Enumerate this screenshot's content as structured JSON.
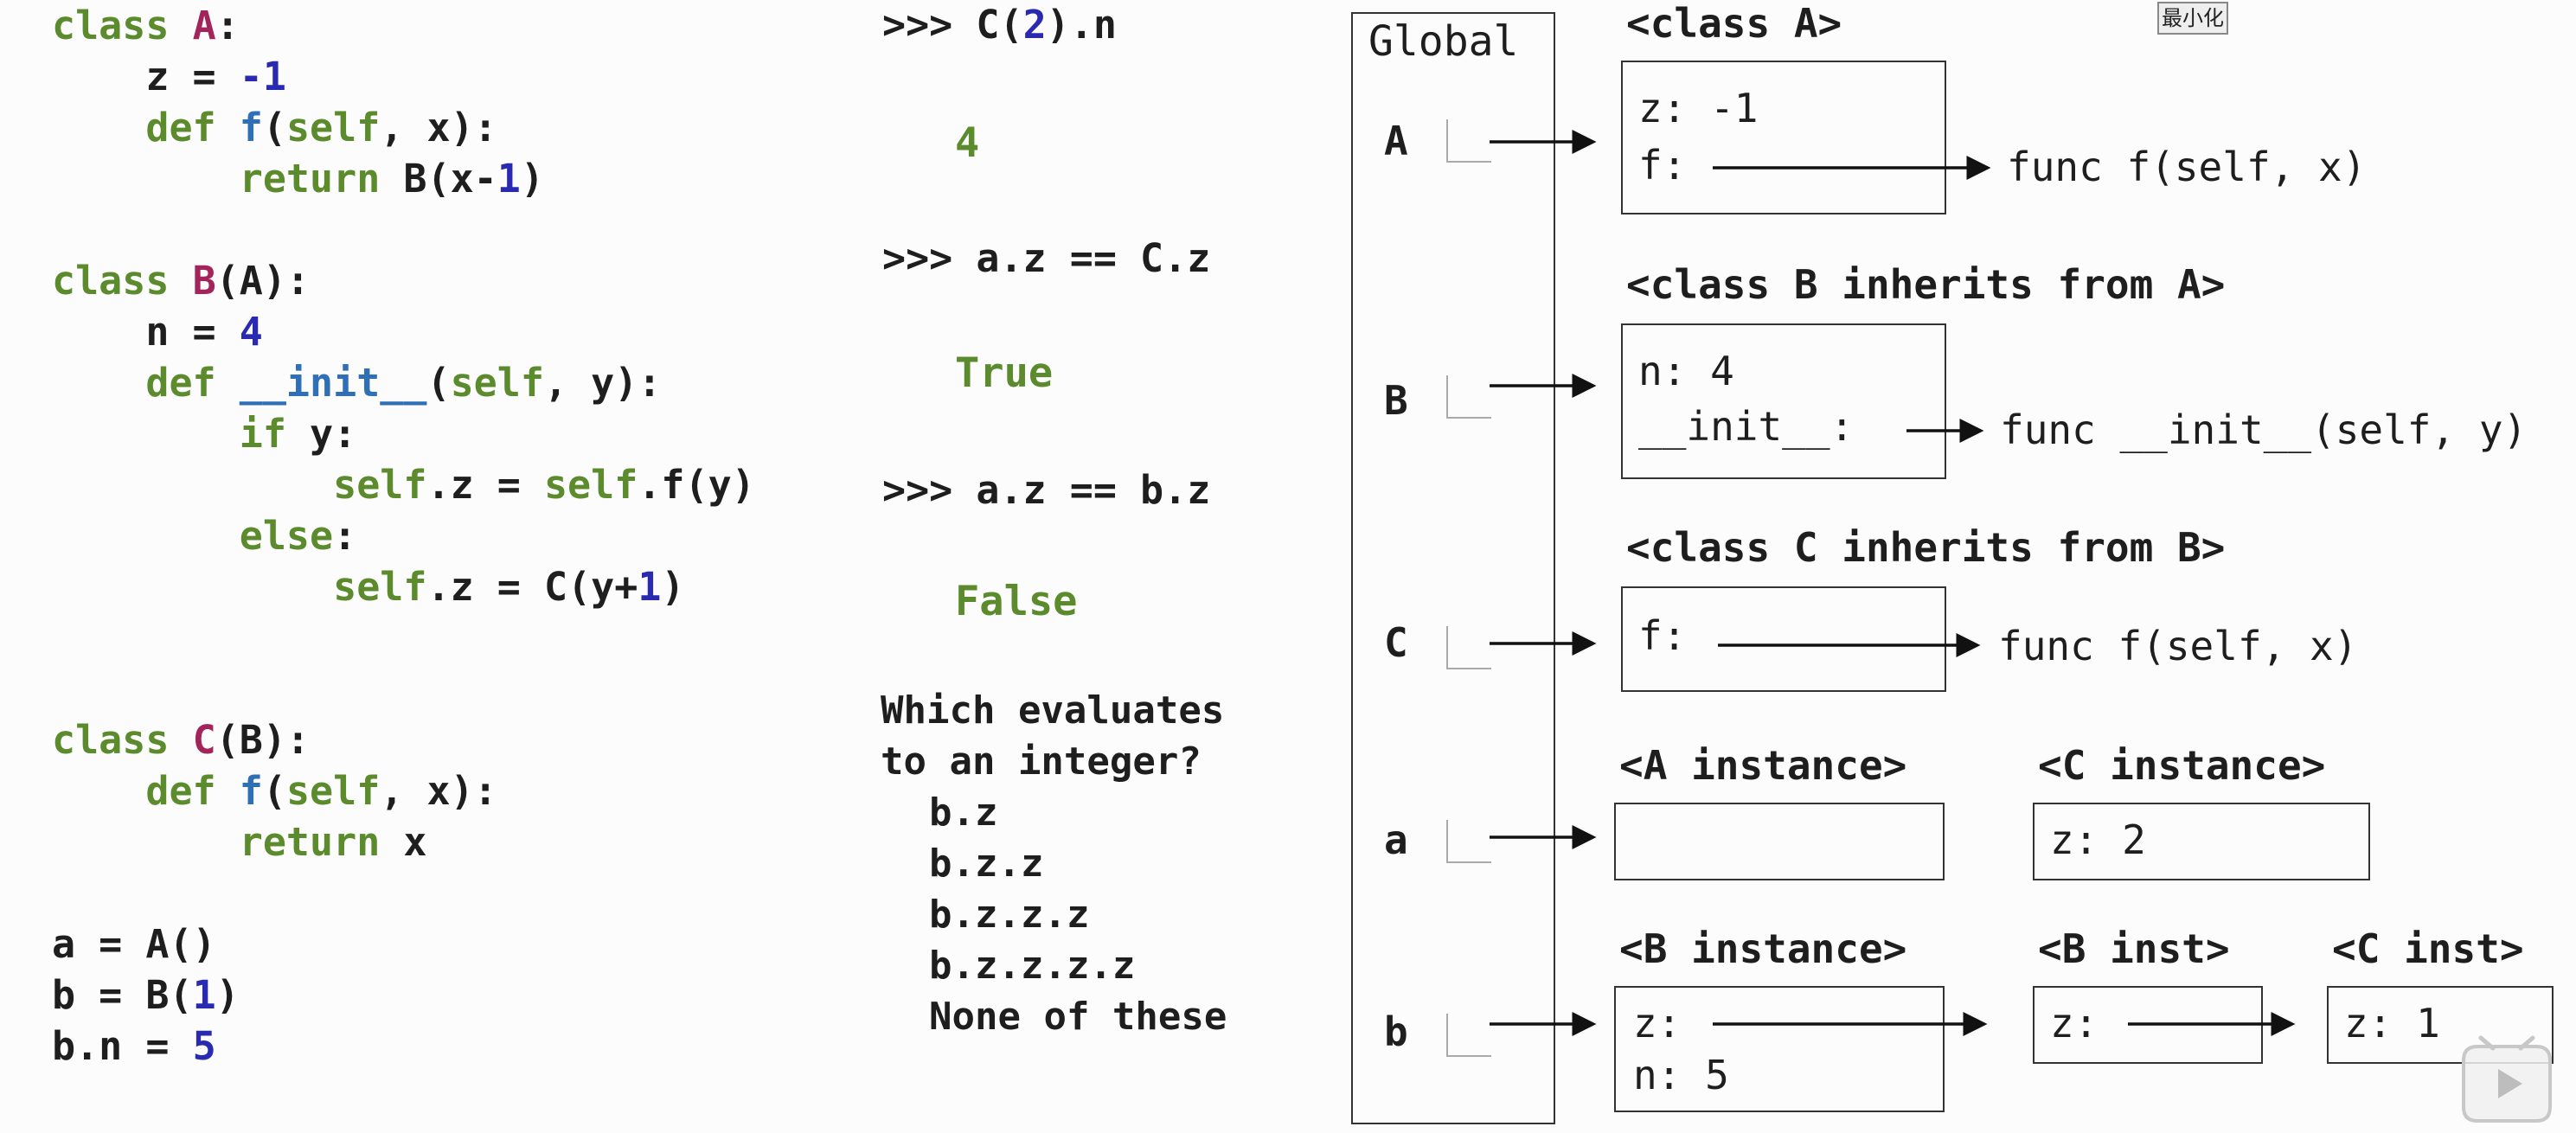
{
  "code_lines": [
    [
      {
        "t": "class ",
        "c": "kw"
      },
      {
        "t": "A",
        "c": "cls"
      },
      {
        "t": ":",
        "c": ""
      }
    ],
    [
      {
        "t": "    z = ",
        "c": ""
      },
      {
        "t": "-1",
        "c": "num"
      }
    ],
    [
      {
        "t": "    def ",
        "c": "kw"
      },
      {
        "t": "f",
        "c": "fn"
      },
      {
        "t": "(",
        "c": ""
      },
      {
        "t": "self",
        "c": "kw"
      },
      {
        "t": ", x):",
        "c": ""
      }
    ],
    [
      {
        "t": "        return ",
        "c": "kw"
      },
      {
        "t": "B(x-",
        "c": ""
      },
      {
        "t": "1",
        "c": "num"
      },
      {
        "t": ")",
        "c": ""
      }
    ],
    [],
    [
      {
        "t": "class ",
        "c": "kw"
      },
      {
        "t": "B",
        "c": "cls"
      },
      {
        "t": "(A):",
        "c": ""
      }
    ],
    [
      {
        "t": "    n = ",
        "c": ""
      },
      {
        "t": "4",
        "c": "num"
      }
    ],
    [
      {
        "t": "    def ",
        "c": "kw"
      },
      {
        "t": "__init__",
        "c": "fn"
      },
      {
        "t": "(",
        "c": ""
      },
      {
        "t": "self",
        "c": "kw"
      },
      {
        "t": ", y):",
        "c": ""
      }
    ],
    [
      {
        "t": "        if ",
        "c": "kw"
      },
      {
        "t": "y:",
        "c": ""
      }
    ],
    [
      {
        "t": "            self",
        "c": "kw"
      },
      {
        "t": ".z = ",
        "c": ""
      },
      {
        "t": "self",
        "c": "kw"
      },
      {
        "t": ".f(y)",
        "c": ""
      }
    ],
    [
      {
        "t": "        else",
        "c": "kw"
      },
      {
        "t": ":",
        "c": ""
      }
    ],
    [
      {
        "t": "            self",
        "c": "kw"
      },
      {
        "t": ".z = C(y+",
        "c": ""
      },
      {
        "t": "1",
        "c": "num"
      },
      {
        "t": ")",
        "c": ""
      }
    ],
    [],
    [],
    [
      {
        "t": "class ",
        "c": "kw"
      },
      {
        "t": "C",
        "c": "cls"
      },
      {
        "t": "(B):",
        "c": ""
      }
    ],
    [
      {
        "t": "    def ",
        "c": "kw"
      },
      {
        "t": "f",
        "c": "fn"
      },
      {
        "t": "(",
        "c": ""
      },
      {
        "t": "self",
        "c": "kw"
      },
      {
        "t": ", x):",
        "c": ""
      }
    ],
    [
      {
        "t": "        return ",
        "c": "kw"
      },
      {
        "t": "x",
        "c": ""
      }
    ],
    [],
    [
      {
        "t": "a = A()",
        "c": ""
      }
    ],
    [
      {
        "t": "b = B(",
        "c": ""
      },
      {
        "t": "1",
        "c": "num"
      },
      {
        "t": ")",
        "c": ""
      }
    ],
    [
      {
        "t": "b.n = ",
        "c": ""
      },
      {
        "t": "5",
        "c": "num"
      }
    ]
  ],
  "repl": {
    "p1_prompt": ">>> C(",
    "p1_num": "2",
    "p1_rest": ").n",
    "o1": "4",
    "p2": ">>> a.z == C.z",
    "o2": "True",
    "p3": ">>> a.z == b.z",
    "o3": "False",
    "question": "Which evaluates\nto an integer?",
    "options": [
      "b.z",
      "b.z.z",
      "b.z.z.z",
      "b.z.z.z.z",
      "None of these"
    ]
  },
  "diagram": {
    "global_label": "Global",
    "names": [
      "A",
      "B",
      "C",
      "a",
      "b"
    ],
    "classA": {
      "title": "<class A>",
      "z": "z: -1",
      "f": "f:",
      "func": "func f(self, x)"
    },
    "classB": {
      "title": "<class B inherits from A>",
      "n": "n: 4",
      "init": "__init__:",
      "func": "func __init__(self, y)"
    },
    "classC": {
      "title": "<class C inherits from B>",
      "f": "f:",
      "func": "func f(self, x)"
    },
    "a_inst": {
      "title": "<A instance>"
    },
    "c_inst_top": {
      "title": "<C instance>",
      "z": "z: 2"
    },
    "b_inst": {
      "title": "<B instance>",
      "z": "z:",
      "n": "n: 5"
    },
    "b_inst2": {
      "title": "<B inst>",
      "z": "z:"
    },
    "c_inst2": {
      "title": "<C inst>",
      "z": "z: 1"
    }
  },
  "overlay": {
    "minimize_badge": "最小化",
    "play_icon": "play-icon"
  }
}
